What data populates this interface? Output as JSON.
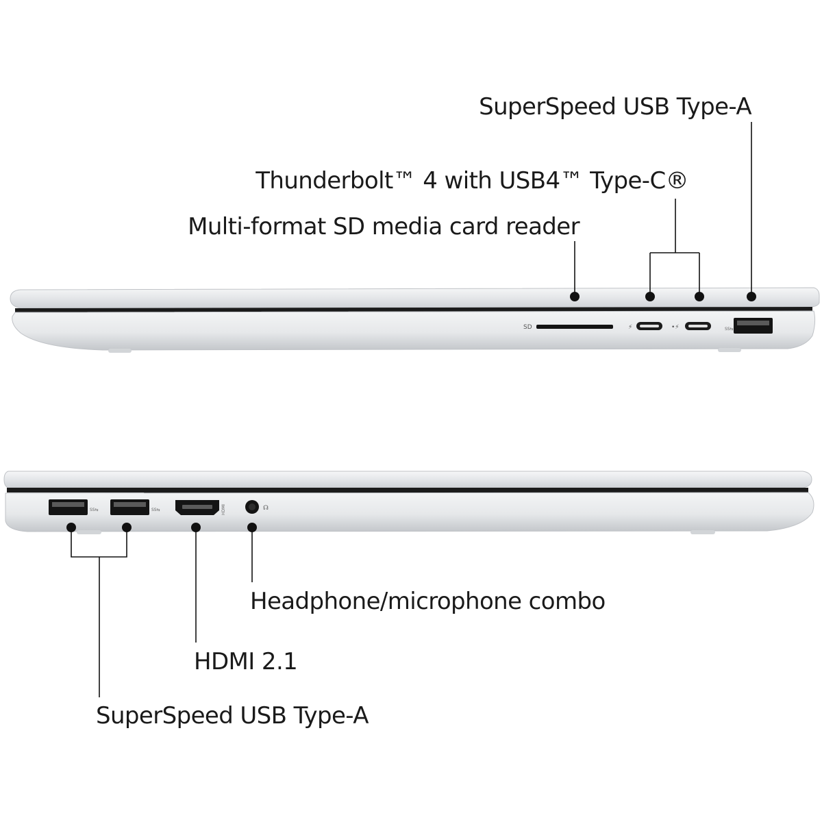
{
  "right_side": {
    "labels": {
      "usb_a": "SuperSpeed USB Type-A",
      "thunderbolt": "Thunderbolt™ 4 with USB4™ Type-C®",
      "sd_reader": "Multi-format SD media card reader"
    },
    "port_markings": {
      "sd": "SD"
    }
  },
  "left_side": {
    "labels": {
      "headphone": "Headphone/microphone combo",
      "hdmi": "HDMI 2.1",
      "usb_a": "SuperSpeed USB Type-A"
    }
  },
  "colors": {
    "chassis": "#e9eaec",
    "chassis_shadow": "#c9ccd0",
    "gap": "#1b1b1b",
    "port": "#141414",
    "leader": "#111111",
    "text": "#1a1a1a"
  }
}
